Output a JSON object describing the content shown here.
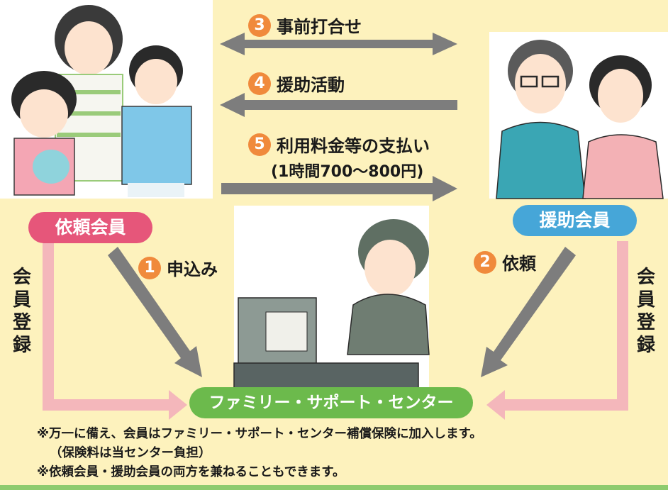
{
  "steps": {
    "s1": {
      "num": "1",
      "text": "申込み"
    },
    "s2": {
      "num": "2",
      "text": "依頼"
    },
    "s3": {
      "num": "3",
      "text": "事前打合せ"
    },
    "s4": {
      "num": "4",
      "text": "援助活動"
    },
    "s5": {
      "num": "5",
      "text": "利用料金等の支払い",
      "sub": "(1時間700～800円)"
    }
  },
  "roles": {
    "requesting": "依頼会員",
    "supporting": "援助会員",
    "center": "ファミリー・サポート・センター"
  },
  "registration": {
    "c1": "会",
    "c2": "員",
    "c3": "登",
    "c4": "録"
  },
  "notes": {
    "n1": "※万一に備え、会員はファミリー・サポート・センター補償保険に加入します。",
    "n2": "（保険料は当センター負担）",
    "n3": "※依頼会員・援助会員の両方を兼ねることもできます。"
  },
  "colors": {
    "background": "#fdf2bd",
    "arrow": "#7d7d7d",
    "registration_arrow": "#f4b7bb",
    "step_number": "#f08a3c",
    "requesting_member": "#e6567a",
    "supporting_member": "#46a6d8",
    "center": "#6cba4c"
  }
}
